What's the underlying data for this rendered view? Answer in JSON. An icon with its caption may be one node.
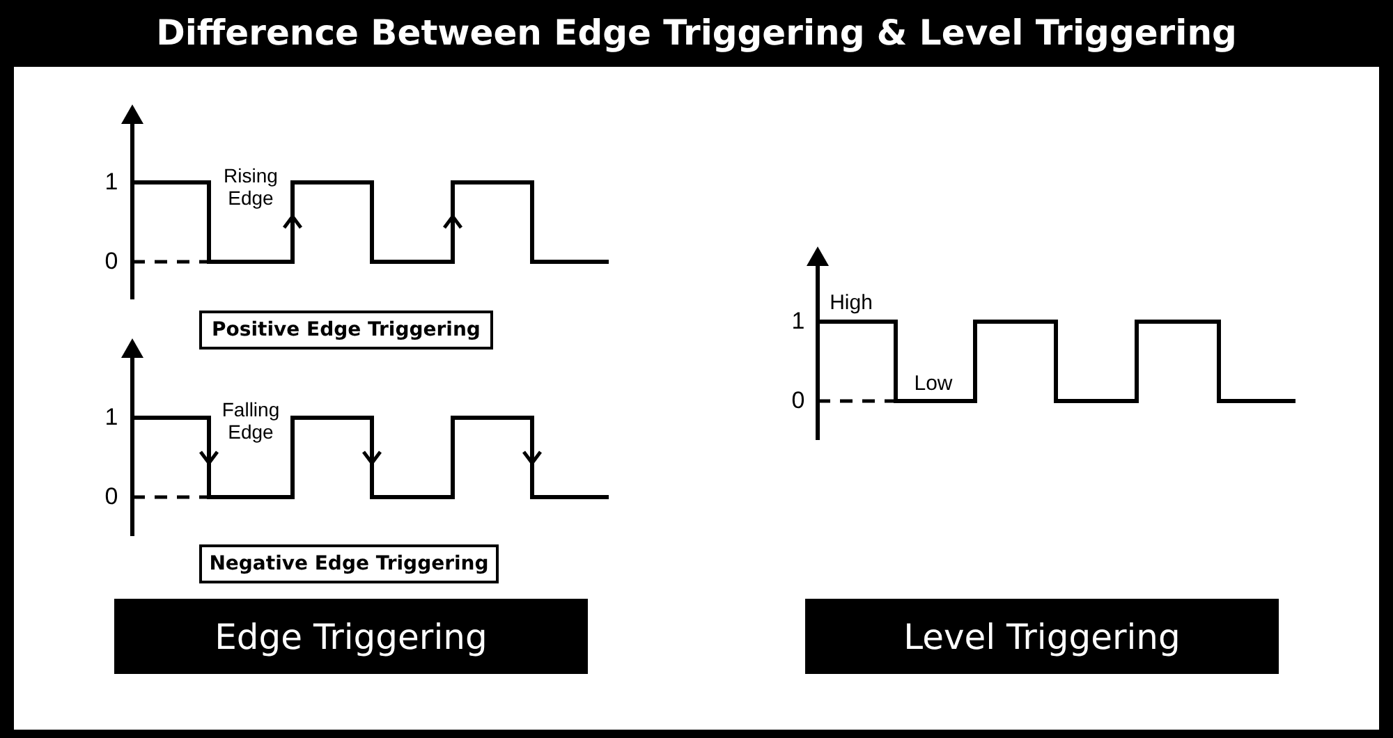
{
  "diagram": {
    "title": "Difference Between Edge Triggering & Level Triggering",
    "nodes": [
      {
        "text": [
          "Positive Edge Triggering"
        ]
      },
      {
        "text": [
          "Negative Edge Triggering"
        ]
      },
      {
        "text": [
          "Edge Triggering"
        ]
      },
      {
        "text": [
          "Level Triggering"
        ]
      }
    ],
    "labels": [
      "1",
      "Rising Edge",
      "0",
      "1",
      "Falling Edge",
      "0",
      "High",
      "1",
      "Low",
      "0"
    ]
  }
}
